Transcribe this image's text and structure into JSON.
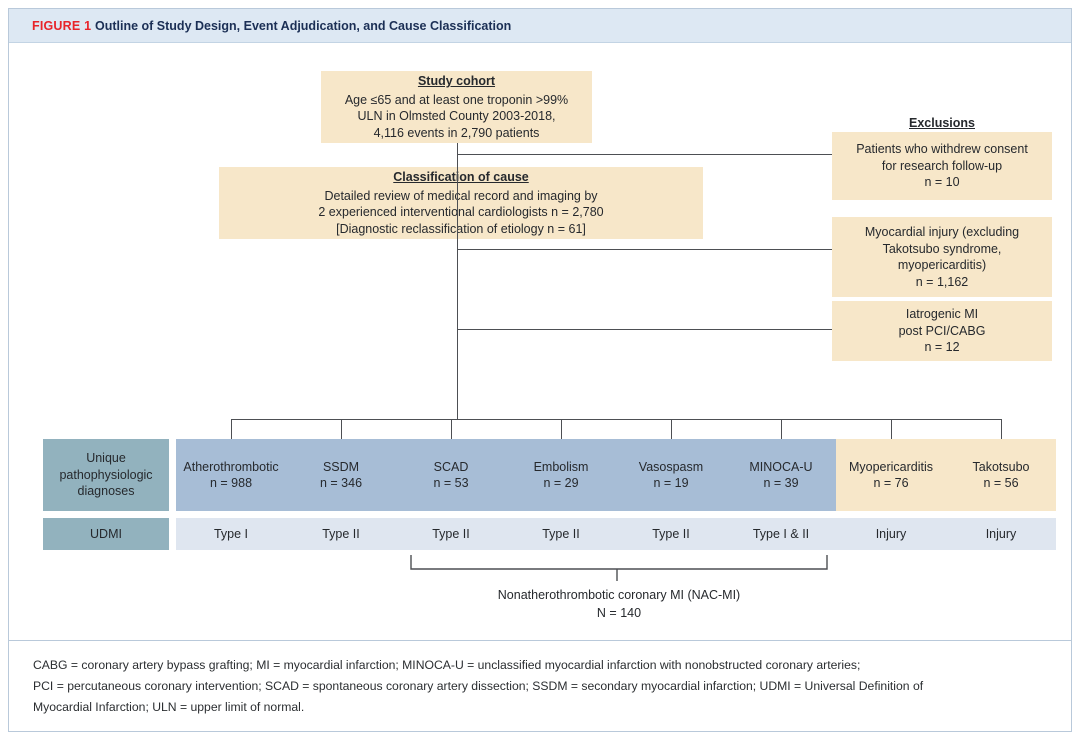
{
  "header": {
    "figure_label": "FIGURE 1",
    "title": "Outline of Study Design, Event Adjudication, and Cause Classification",
    "label_color": "#e8242a",
    "title_color": "#1b2f55",
    "bar_color": "#dde8f3"
  },
  "colors": {
    "cream": "#f7e7c9",
    "blue": "#a7bdd6",
    "teal": "#92b2be",
    "pale_blue": "#dfe6f0",
    "line": "#4d4f53",
    "frame": "#b9c9da"
  },
  "study_cohort": {
    "heading": "Study cohort",
    "line1": "Age ≤65 and at least one troponin >99%",
    "line2": "ULN in Olmsted County 2003-2018,",
    "line3": "4,116 events in 2,790 patients"
  },
  "classification": {
    "heading": "Classification of cause",
    "line1": "Detailed review of medical record and imaging by",
    "line2": "2 experienced interventional cardiologists n = 2,780",
    "line3": "[Diagnostic reclassification of etiology n = 61]"
  },
  "exclusions": {
    "heading": "Exclusions",
    "items": [
      {
        "line1": "Patients who withdrew consent",
        "line2": "for research follow-up",
        "line3": "n = 10",
        "line4": ""
      },
      {
        "line1": "Myocardial injury (excluding",
        "line2": "Takotsubo syndrome,",
        "line3": "myopericarditis)",
        "line4": "n = 1,162"
      },
      {
        "line1": "Iatrogenic MI",
        "line2": "post PCI/CABG",
        "line3": "n = 12",
        "line4": ""
      }
    ]
  },
  "diagnosis_row": {
    "row_label": {
      "line1": "Unique",
      "line2": "pathophysiologic",
      "line3": "diagnoses"
    },
    "udmi_label": "UDMI",
    "columns": [
      {
        "name": "Atherothrombotic",
        "count": "n = 988",
        "udmi": "Type I",
        "color": "blue"
      },
      {
        "name": "SSDM",
        "count": "n = 346",
        "udmi": "Type II",
        "color": "blue"
      },
      {
        "name": "SCAD",
        "count": "n = 53",
        "udmi": "Type II",
        "color": "blue"
      },
      {
        "name": "Embolism",
        "count": "n = 29",
        "udmi": "Type II",
        "color": "blue"
      },
      {
        "name": "Vasospasm",
        "count": "n = 19",
        "udmi": "Type II",
        "color": "blue"
      },
      {
        "name": "MINOCA-U",
        "count": "n = 39",
        "udmi": "Type I & II",
        "color": "blue"
      },
      {
        "name": "Myopericarditis",
        "count": "n = 76",
        "udmi": "Injury",
        "color": "cream"
      },
      {
        "name": "Takotsubo",
        "count": "n = 56",
        "udmi": "Injury",
        "color": "cream"
      }
    ]
  },
  "bracket": {
    "line1": "Nonatherothrombotic coronary MI (NAC-MI)",
    "line2": "N = 140"
  },
  "footnote": {
    "line1": "CABG = coronary artery bypass grafting; MI = myocardial infarction; MINOCA-U = unclassified myocardial infarction with nonobstructed coronary arteries;",
    "line2": "PCI = percutaneous coronary intervention; SCAD = spontaneous coronary artery dissection; SSDM = secondary myocardial infarction; UDMI = Universal Definition of",
    "line3": "Myocardial Infarction; ULN = upper limit of normal."
  }
}
